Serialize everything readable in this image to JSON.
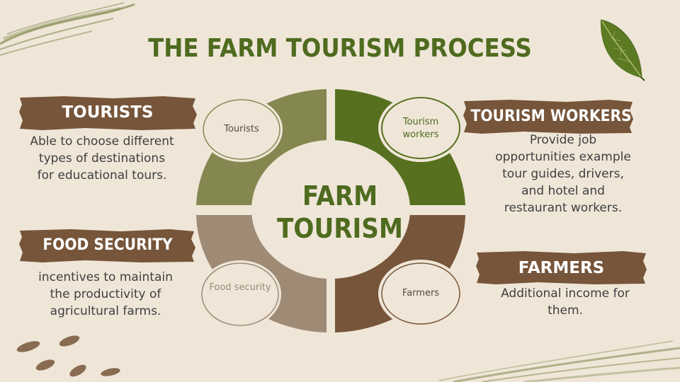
{
  "slide": {
    "title": "THE FARM TOURISM PROCESS",
    "center": {
      "line1": "FARM",
      "line2": "TOURISM"
    },
    "segments": {
      "tourists": "Tourists",
      "tourism_workers": "Tourism workers",
      "food_security": "Food security",
      "farmers": "Farmers"
    },
    "cards": {
      "tourists": {
        "heading": "TOURISTS",
        "lines": [
          "Able to choose different",
          "types of destinations",
          "for educational tours."
        ]
      },
      "tourism_workers": {
        "heading": "TOURISM WORKERS",
        "lines": [
          "Provide job",
          "opportunities example",
          "tour guides, drivers,",
          "and hotel and",
          "restaurant workers."
        ]
      },
      "food_security": {
        "heading": "FOOD SECURITY",
        "lines": [
          "incentives to maintain",
          "the productivity of",
          "agricultural farms."
        ]
      },
      "farmers": {
        "heading": "FARMERS",
        "lines": [
          "Additional income for",
          "them."
        ]
      }
    }
  },
  "colors": {
    "background": "#efe6d8",
    "title_green": "#4f6b1f",
    "olive": "#858750",
    "dark_green": "#56701f",
    "taupe": "#9e8a75",
    "brown": "#76553a",
    "banner_brown": "#76553a",
    "leaf_green": "#5b7a22"
  },
  "icons": [
    "leaf-icon",
    "brush-stroke-decoration",
    "paint-dab-decoration"
  ]
}
